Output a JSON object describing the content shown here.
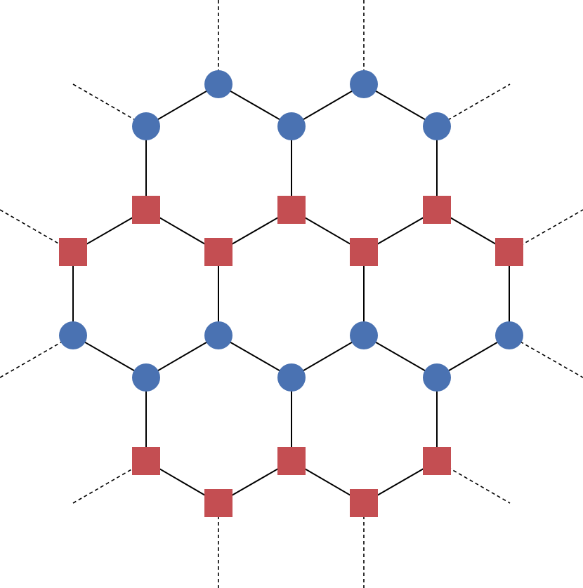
{
  "colors": {
    "circle_site": "#4A72B2",
    "square_site": "#C44E52",
    "bond": "#000000",
    "background": "#ffffff"
  },
  "lattice": {
    "type": "honeycomb",
    "hexagons": 7,
    "circle_sites": 12,
    "square_sites": 12,
    "site_shapes": [
      "circle",
      "square"
    ],
    "bond_style": "solid",
    "boundary_bond_style": "dashed"
  }
}
